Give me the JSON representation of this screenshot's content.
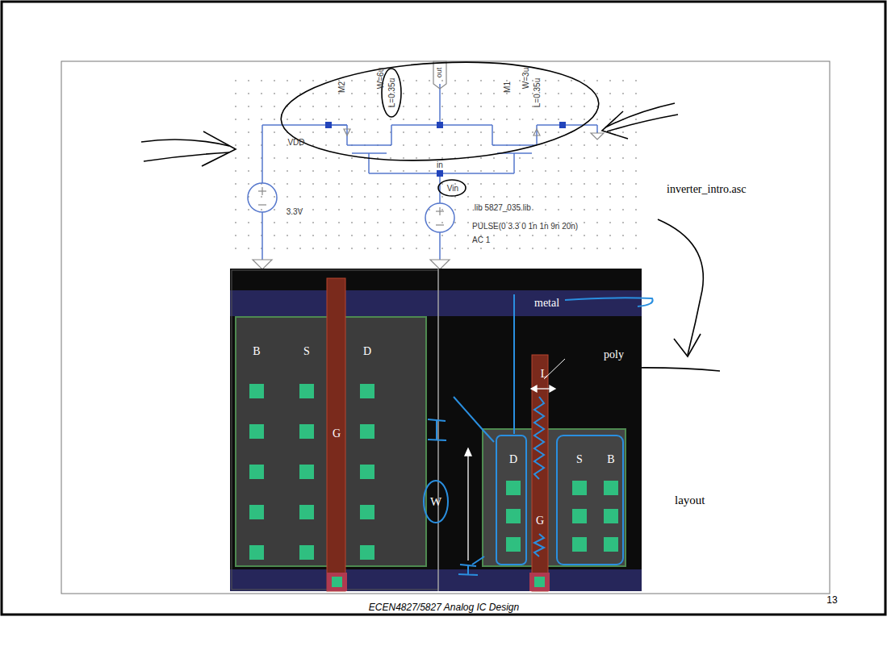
{
  "diagram": {
    "labels": [
      "M2",
      "W=6u",
      "L=0.35u",
      "out",
      "M1",
      "W=3u",
      "L=0.35u",
      "VDD",
      "in",
      "Vin",
      ".lib 5827_035.lib",
      "3.3V",
      "PULSE(0 3.3 0 1n 1n 9n 20n)",
      "AC 1",
      "inverter_intro.asc",
      "B",
      "S",
      "D",
      "G",
      "metal",
      "poly",
      "L",
      "W",
      "D",
      "S",
      "B",
      "G",
      "layout",
      "ECEN4827/5827 Analog IC Design",
      "13"
    ]
  }
}
